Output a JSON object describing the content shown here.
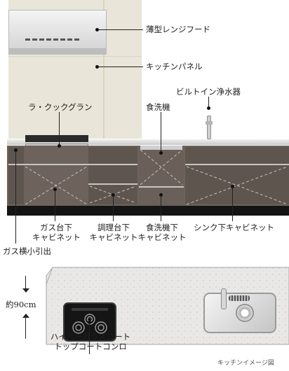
{
  "labels": {
    "hood": "薄型レンジフード",
    "panel": "キッチンパネル",
    "faucet": "ビルトイン浄水器",
    "stove": "ラ・クックグラン",
    "dishwasher": "食洗機",
    "gas_lower": [
      "ガス台下",
      "キャビネット"
    ],
    "prep_lower": [
      "調理台下",
      "キャビネット"
    ],
    "dw_lower": [
      "食洗機下",
      "キャビネット"
    ],
    "sink_lower": "シンク下キャビネット",
    "gas_side_drawer": "ガス横小引出",
    "height": "約90cm",
    "cooktop": [
      "ハイパーガラスコート",
      "トップコートコンロ"
    ],
    "caption": "キッチンイメージ図"
  },
  "colors": {
    "wall": "#e9e5d8",
    "cabinet": "#6e635c",
    "countertop": "#d9d9d7",
    "toe_kick": "#141414",
    "cooktop_glass": "#151515"
  }
}
